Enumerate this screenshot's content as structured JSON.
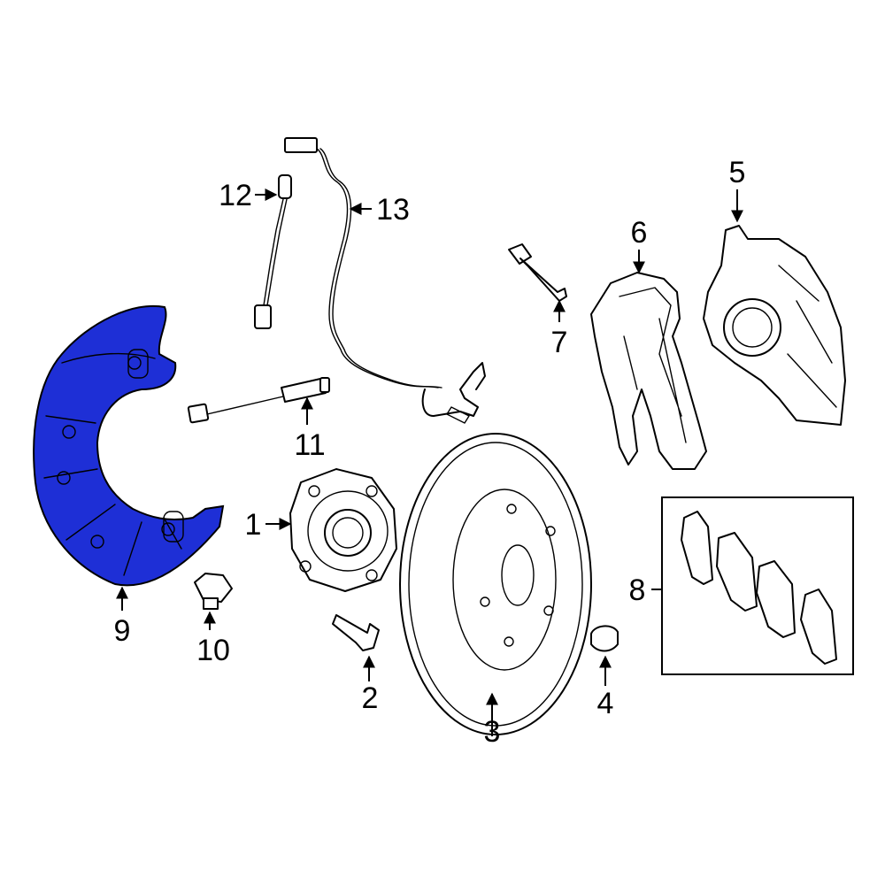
{
  "diagram": {
    "highlight_color": "#1e2fd6",
    "highlighted_part": "9",
    "callouts": {
      "c1": "1",
      "c2": "2",
      "c3": "3",
      "c4": "4",
      "c5": "5",
      "c6": "6",
      "c7": "7",
      "c8": "8",
      "c9": "9",
      "c10": "10",
      "c11": "11",
      "c12": "12",
      "c13": "13"
    }
  }
}
